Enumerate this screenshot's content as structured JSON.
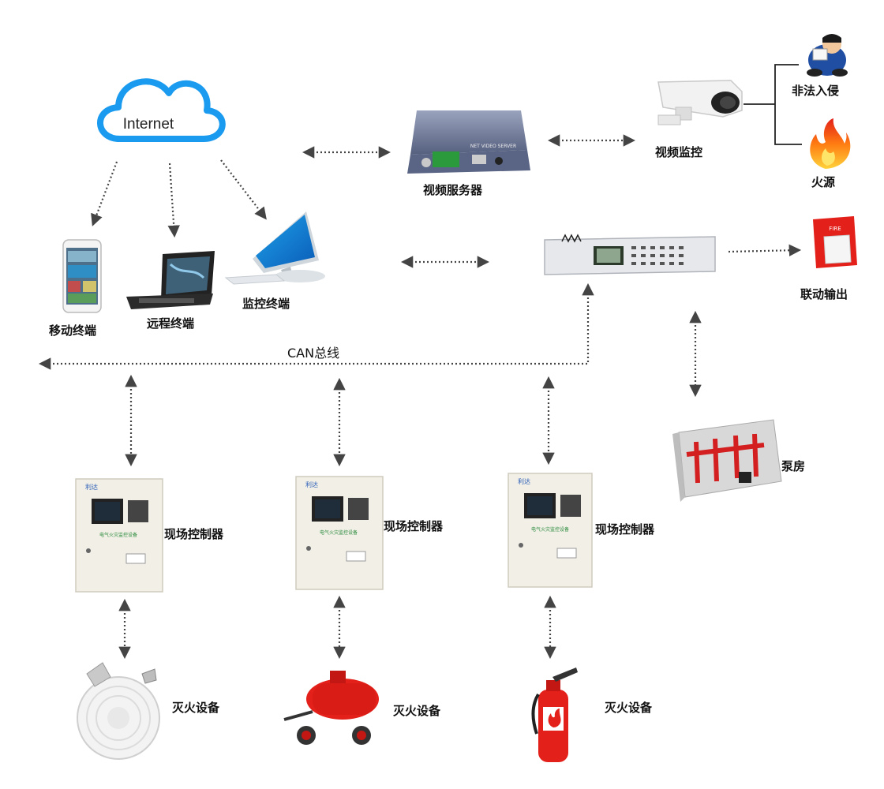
{
  "cloud": {
    "label": "Internet"
  },
  "nodes": {
    "mobile_terminal": "移动终端",
    "remote_terminal": "远程终端",
    "monitor_terminal": "监控终端",
    "video_server": "视频服务器",
    "video_monitor": "视频监控",
    "intrusion": "非法入侵",
    "fire_source": "火源",
    "linkage_output": "联动输出",
    "pump_room": "泵房",
    "bus": "CAN总线",
    "controller_1": "现场控制器",
    "controller_2": "现场控制器",
    "controller_3": "现场控制器",
    "extinguish_1": "灭火设备",
    "extinguish_2": "灭火设备",
    "extinguish_3": "灭火设备"
  },
  "device_text": {
    "video_server_plate": "NET VIDEO SERVER",
    "alarm_plate": "FIRE",
    "cabinet_brand": "利达",
    "cabinet_caption": "电气火灾监控设备"
  },
  "colors": {
    "cloud": "#1a9bf0",
    "connector": "#444444",
    "fire_red": "#e32019",
    "cabinet": "#f1efe6"
  }
}
